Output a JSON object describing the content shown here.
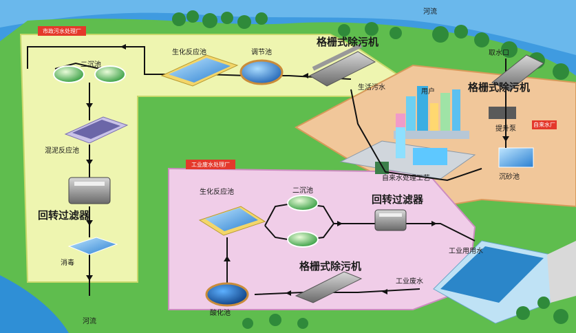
{
  "labels": {
    "river_top": "河流",
    "river_bottom": "河流",
    "city_plant_sign": "市政污水处理厂",
    "ind_plant_sign": "工业废水处理厂",
    "water_plant_sign": "自来水厂",
    "grate_machine_top": "格栅式除污机",
    "grate_machine_right": "格栅式除污机",
    "grate_machine_bottom": "格栅式除污机",
    "bio_reactor_top": "生化反应池",
    "bio_reactor_bottom": "生化反应池",
    "equalization_tank": "调节池",
    "secondary_clarifier_top": "二沉池",
    "secondary_clarifier_bottom": "二沉池",
    "sludge_reactor": "混泥反应池",
    "rotary_filter_left": "回转过滤器",
    "rotary_filter_right": "回转过滤器",
    "disinfection": "消毒",
    "domestic_water": "生活污水",
    "residential": "用户",
    "intake": "取水口",
    "lift_pump": "提升泵",
    "grit_tank": "沉砂池",
    "tap_water_process": "自来水处理工艺",
    "industrial_water": "工业用用水",
    "industrial_wastewater": "工业废水",
    "acidification_tank": "酸化池"
  }
}
